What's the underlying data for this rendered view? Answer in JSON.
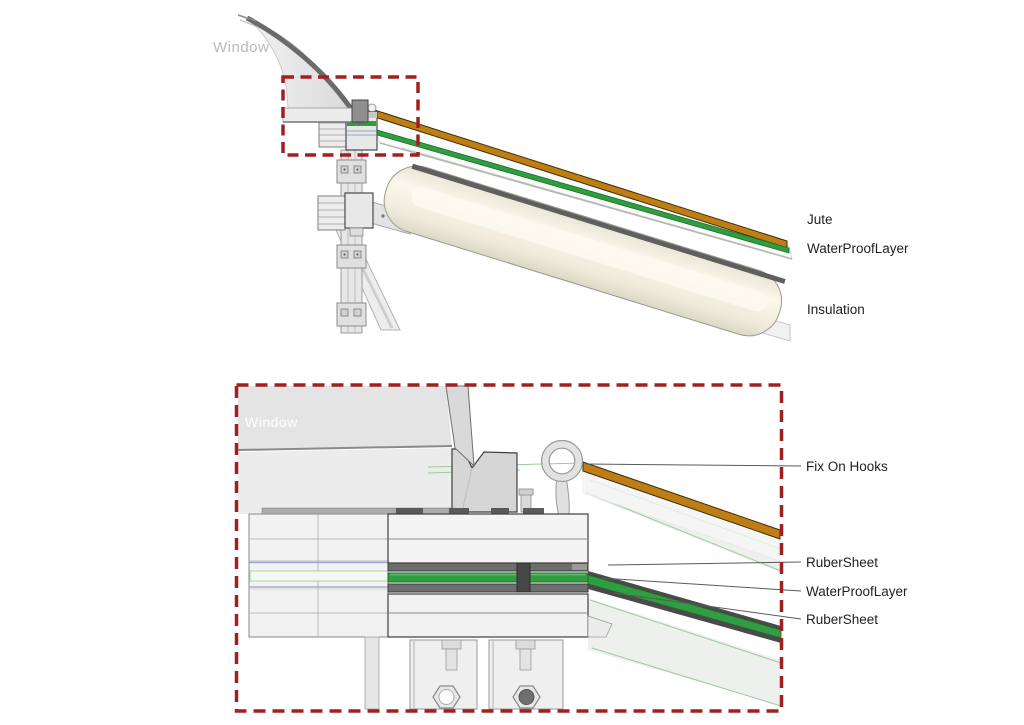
{
  "title": "Window to roof junction construction detail",
  "colors": {
    "dashed_red": "#a02020",
    "jute_orange": "#bf7d15",
    "waterproof_green": "#2f9e41",
    "rubber_gray": "#6e6e6e",
    "insulation_cream": "#f2edda"
  },
  "figure_top": {
    "window_label": "Window",
    "labels": {
      "jute": "Jute",
      "waterproof": "WaterProofLayer",
      "insulation": "Insulation"
    }
  },
  "figure_bottom": {
    "window_label": "Window",
    "labels": {
      "fix_on_hooks": "Fix On Hooks",
      "rubersheet_top": "RuberSheet",
      "waterproof": "WaterProofLayer",
      "rubersheet_bottom": "RuberSheet"
    }
  }
}
